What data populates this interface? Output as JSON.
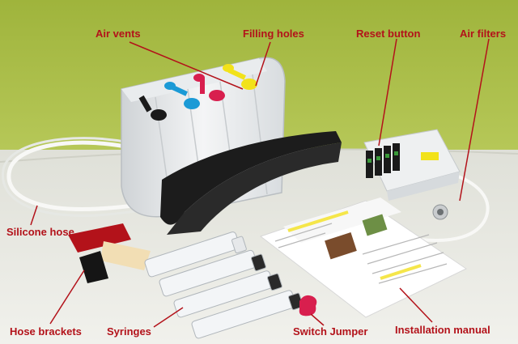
{
  "colors": {
    "wall": "#a3b840",
    "table": "#e9eae4",
    "callout": "#b3121a",
    "ink_black": "#1a1a1a",
    "ink_cyan": "#1b9ad6",
    "ink_magenta": "#d81f4e",
    "ink_yellow": "#f2e21a"
  },
  "callouts": {
    "air_vents": "Air vents",
    "filling_holes": "Filling holes",
    "reset_button": "Reset button",
    "air_filters": "Air filters",
    "silicone_hose": "Silicone hose",
    "hose_brackets": "Hose brackets",
    "syringes": "Syringes",
    "switch_jumper": "Switch Jumper",
    "installation_manual": "Installation manual"
  }
}
